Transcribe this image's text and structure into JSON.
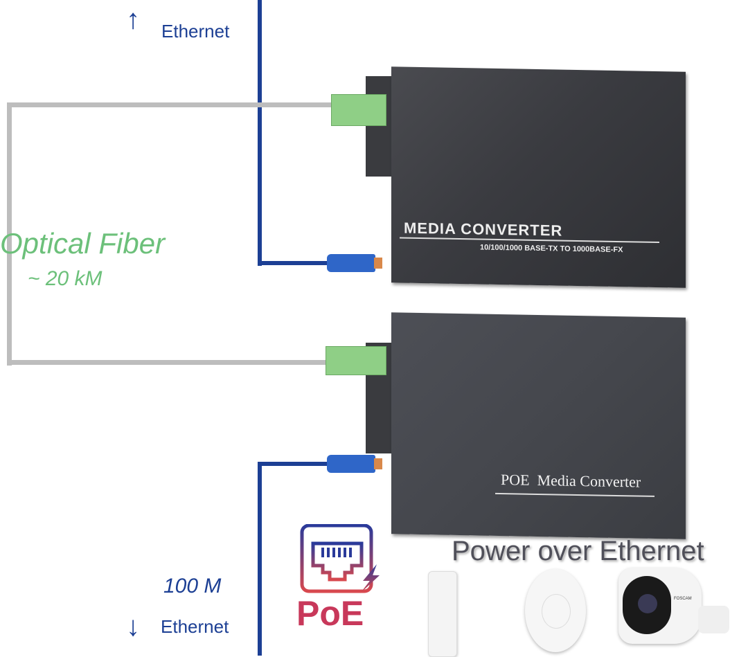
{
  "top_label": {
    "text": "Ethernet",
    "arrow": "arrow-up-icon"
  },
  "bottom_label": {
    "speed": "100 M",
    "text": "Ethernet",
    "arrow": "arrow-down-icon"
  },
  "fiber": {
    "title": "Optical Fiber",
    "distance": "~ 20 kM"
  },
  "converter_top": {
    "title": "MEDIA CONVERTER",
    "subtitle": "10/100/1000 BASE-TX TO 1000BASE-FX"
  },
  "converter_bottom": {
    "title": "POE  Media Converter"
  },
  "poe": {
    "logo_text": "PoE",
    "heading": "Power over Ethernet",
    "devices": [
      "outdoor-cpe",
      "ceiling-access-point",
      "bullet-camera"
    ],
    "camera_brand": "FOSCAM"
  },
  "colors": {
    "ethernet": "#1c3f94",
    "fiber": "#bdbdbd",
    "fiber_text": "#6cc07a",
    "poe_logo": "#c8385a"
  }
}
